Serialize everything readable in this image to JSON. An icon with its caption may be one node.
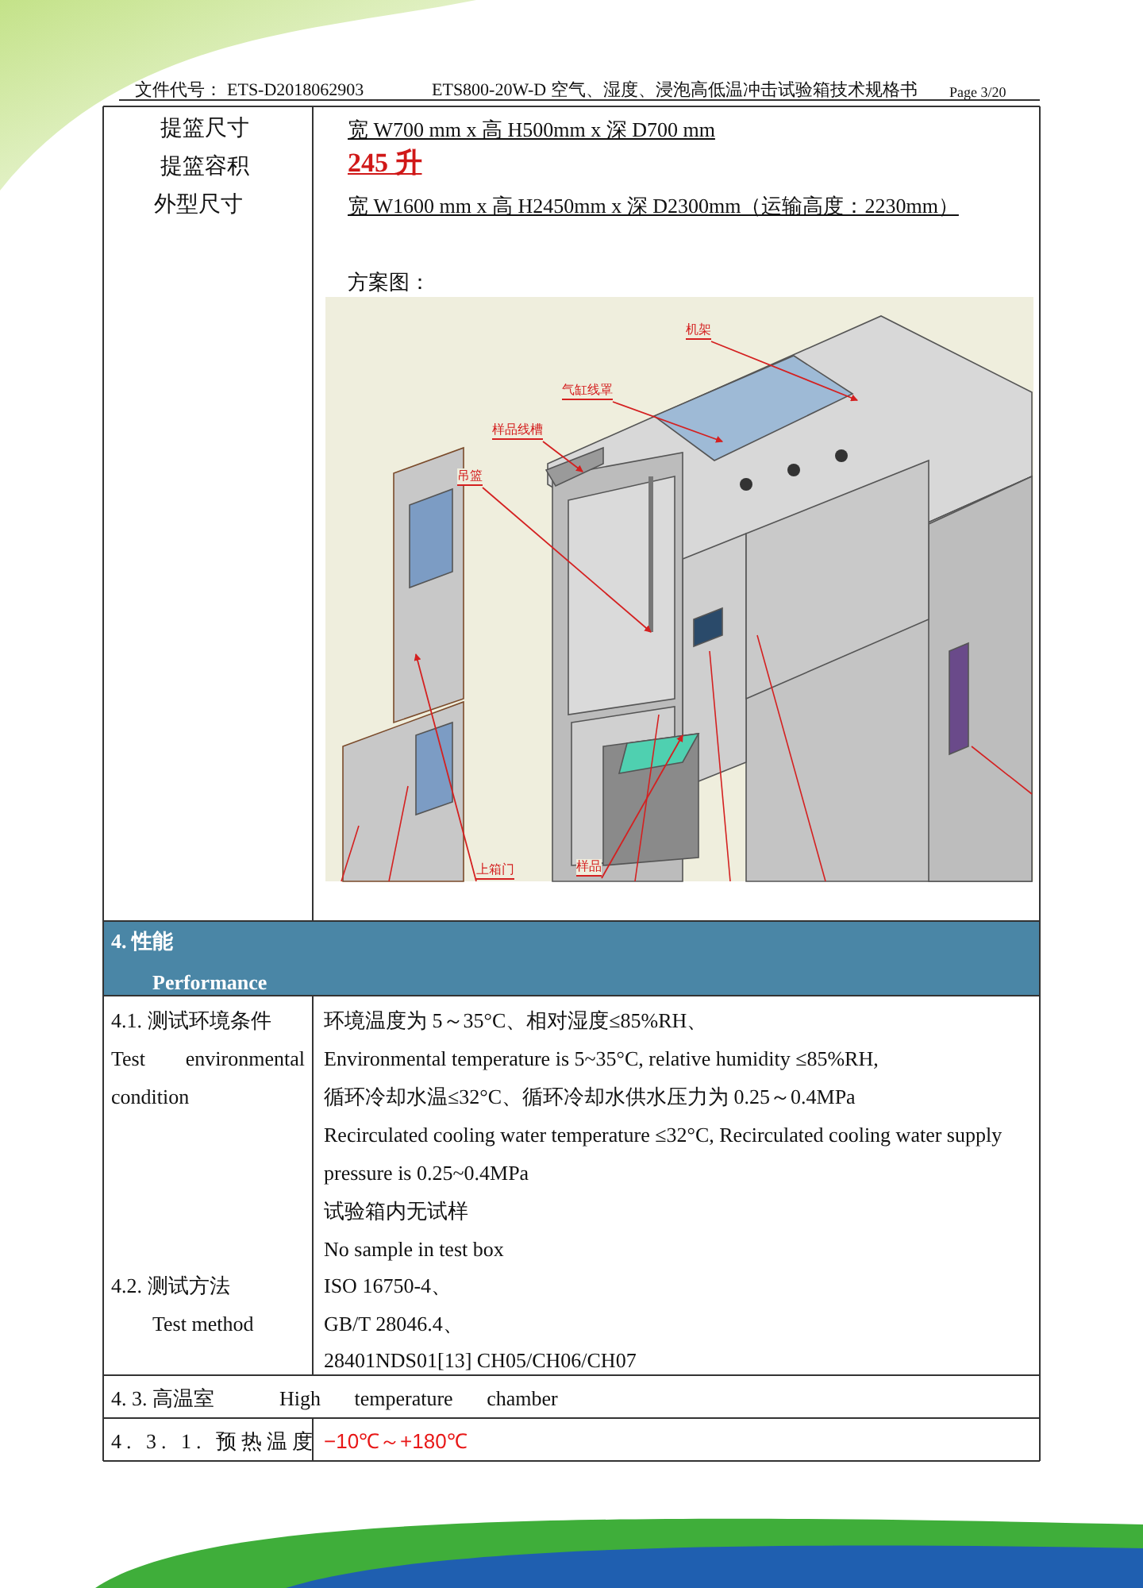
{
  "diagram": {
    "title": "ETS800-20W-D 空气、湿度、浸泡高低温冲击试验箱技术规格书",
    "nodes": [
      {
        "text": [
          "机架"
        ]
      },
      {
        "text": [
          "气缸线罩"
        ]
      },
      {
        "text": [
          "样品线槽"
        ]
      },
      {
        "text": [
          "吊篮"
        ]
      },
      {
        "text": [
          "上箱门"
        ]
      },
      {
        "text": [
          "样品"
        ]
      }
    ],
    "edges": [
      {
        "from": 0,
        "to": null,
        "arrow": "to"
      },
      {
        "from": 1,
        "to": null,
        "arrow": "to"
      },
      {
        "from": 2,
        "to": null,
        "arrow": "to"
      },
      {
        "from": 3,
        "to": null,
        "arrow": "to"
      },
      {
        "from": 4,
        "to": null,
        "arrow": "to"
      },
      {
        "from": 5,
        "to": null,
        "arrow": "to"
      }
    ],
    "labels": [
      "文件代号：",
      "ETS-D2018062903",
      "Page 3/20",
      "提篮尺寸",
      "提篮容积",
      "外型尺寸",
      "宽 W700 mm x 高 H500mm x 深 D700 mm",
      "245 升",
      "宽 W1600 mm x 高 H2450mm x 深 D2300mm（运输高度：2230mm）",
      "方案图：",
      "4.  性能",
      "Performance",
      "4.1.  测试环境条件",
      "Test environmental condition",
      "环境温度为 5～35°C、相对湿度≤85%RH、",
      "Environmental temperature is 5~35°C, relative humidity ≤85%RH,",
      "循环冷却水温≤32°C、循环冷却水供水压力为 0.25～0.4MPa",
      "Recirculated cooling water temperature ≤32°C, Recirculated cooling water supply pressure is 0.25~0.4MPa",
      "试验箱内无试样",
      "No sample in test box",
      "4.2.  测试方法",
      "Test method",
      "ISO 16750-4、",
      "GB/T 28046.4、",
      "28401NDS01[13] CH05/CH06/CH07",
      "4. 3.  高温室",
      "High temperature chamber",
      "4. 3. 1.  预热温度",
      "−10℃～+180℃"
    ]
  }
}
